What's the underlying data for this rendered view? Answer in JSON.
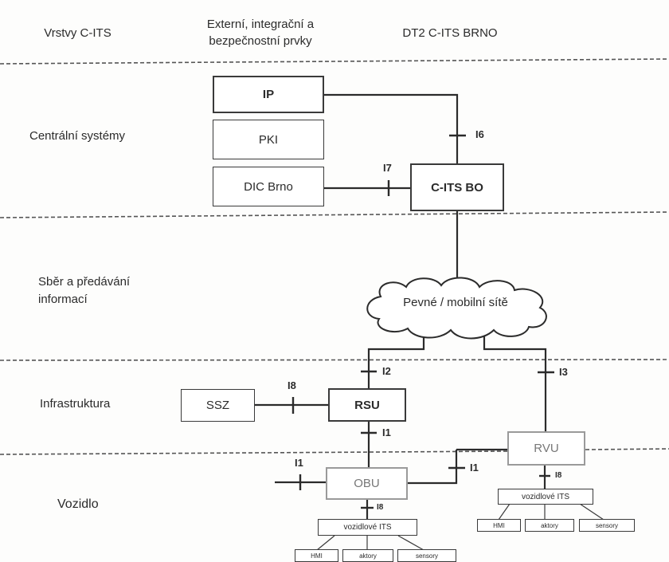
{
  "headers": {
    "col1": "Vrstvy C-ITS",
    "col2": "Externí, integrační a bezpečnostní prvky",
    "col3": "DT2 C-ITS BRNO"
  },
  "layers": {
    "central": "Centrální systémy",
    "collection": "Sběr a předávání informací",
    "infrastructure": "Infrastruktura",
    "vehicle": "Vozidlo"
  },
  "boxes": {
    "ip": "IP",
    "pki": "PKI",
    "dic": "DIC Brno",
    "cits_bo": "C-ITS BO",
    "ssz": "SSZ",
    "rsu": "RSU",
    "rvu": "RVU",
    "obu": "OBU",
    "vits_left": "vozidlové ITS",
    "vits_right": "vozidlové ITS",
    "hmi_left": "HMI",
    "aktory_left": "aktory",
    "sensory_left": "sensory",
    "hmi_right": "HMI",
    "aktory_right": "aktory",
    "sensory_right": "sensory"
  },
  "cloud": "Pevné / mobilní sítě",
  "interfaces": {
    "i6": "I6",
    "i7": "I7",
    "i8_ssz": "I8",
    "i2": "I2",
    "i3": "I3",
    "i1_rsu": "I1",
    "i1_left": "I1",
    "i1_rvu": "I1",
    "i8_obu": "I8",
    "i8_rvu": "I8"
  }
}
